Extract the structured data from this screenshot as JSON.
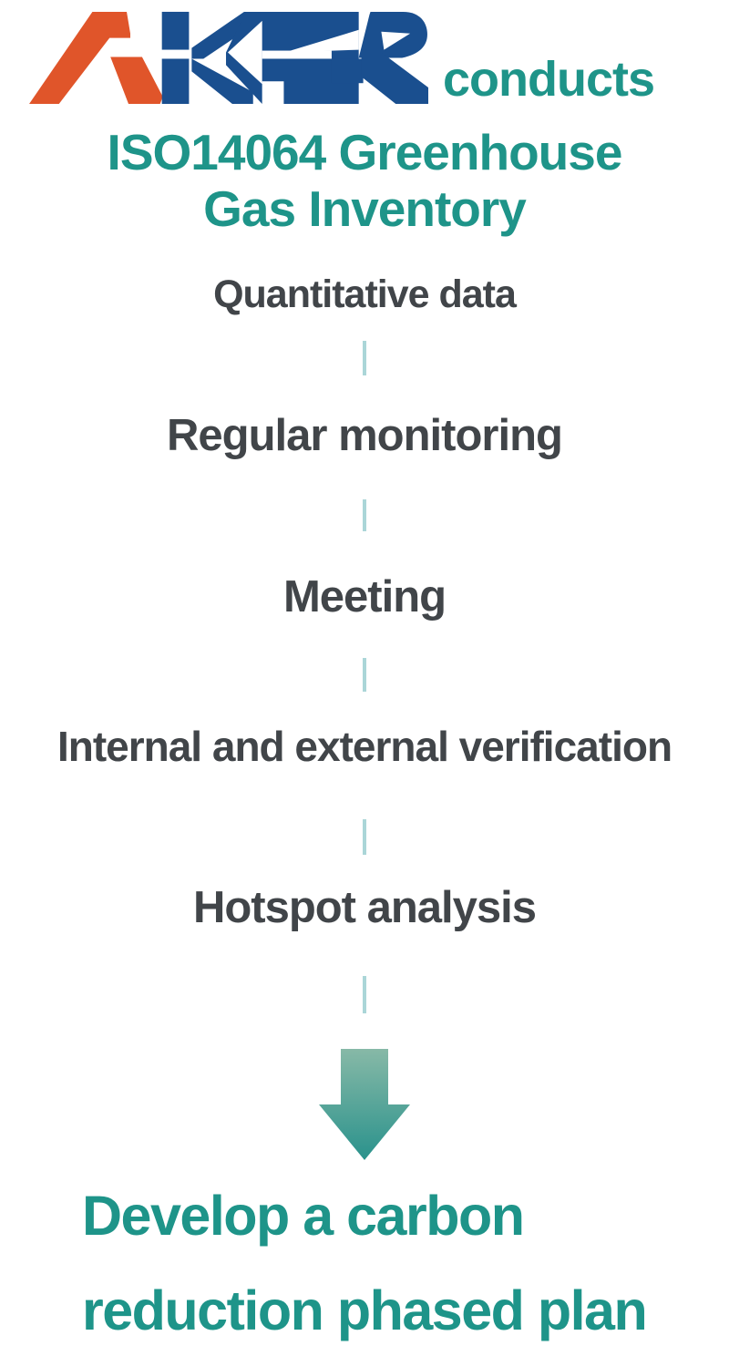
{
  "brand": {
    "logo_text": "AKER",
    "logo_colors": {
      "orange": "#E0552A",
      "blue": "#1A4F8F"
    },
    "conducts_label": "conducts"
  },
  "title": {
    "line1": "ISO14064 Greenhouse",
    "line2": "Gas Inventory"
  },
  "flow": {
    "steps": [
      {
        "label": "Quantitative data"
      },
      {
        "label": "Regular monitoring"
      },
      {
        "label": "Meeting"
      },
      {
        "label": "Internal and external verification"
      },
      {
        "label": "Hotspot analysis"
      }
    ]
  },
  "outcome": {
    "line1": "Develop a carbon",
    "line2": "reduction phased plan"
  },
  "colors": {
    "teal_text": "#1E9489",
    "step_text": "#414549",
    "connector": "#ABD6D8",
    "arrow_gradient_top": "#87B9A7",
    "arrow_gradient_bottom": "#2A928C",
    "background": "#FFFFFF"
  }
}
